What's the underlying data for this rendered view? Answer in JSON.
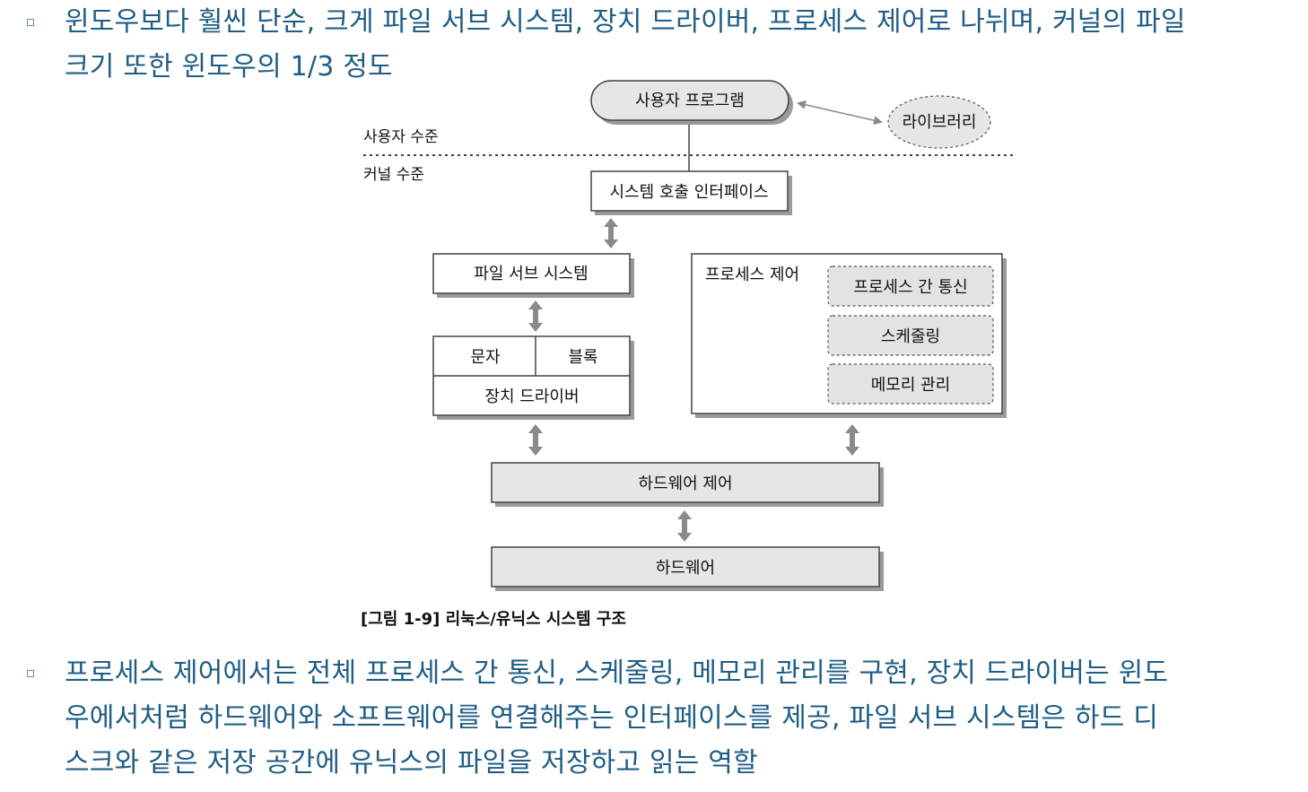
{
  "paragraphs": {
    "p1_line1": "윈도우보다 훨씬 단순, 크게 파일 서브 시스템, 장치 드라이버, 프로세스 제어로 나뉘며, 커널의 파일",
    "p1_line2": "크기 또한 윈도우의 1/3 정도",
    "p2_line1": "프로세스 제어에서는 전체 프로세스 간 통신, 스케줄링, 메모리 관리를 구현, 장치 드라이버는 윈도",
    "p2_line2": "우에서처럼 하드웨어와 소프트웨어를 연결해주는 인터페이스를 제공, 파일 서브 시스템은 하드 디",
    "p2_line3": "스크와 같은 저장 공간에 유닉스의 파일을 저장하고 읽는 역할"
  },
  "diagram": {
    "user_program": "사용자 프로그램",
    "library": "라이브러리",
    "user_level": "사용자 수준",
    "kernel_level": "커널 수준",
    "syscall_interface": "시스템 호출 인터페이스",
    "file_subsystem": "파일 서브 시스템",
    "character": "문자",
    "block": "블록",
    "device_driver": "장치 드라이버",
    "process_control": "프로세스 제어",
    "ipc": "프로세스 간 통신",
    "scheduling": "스케줄링",
    "memory_mgmt": "메모리 관리",
    "hardware_control": "하드웨어 제어",
    "hardware": "하드웨어",
    "caption": "[그림 1-9] 리눅스/유닉스 시스템 구조"
  },
  "colors": {
    "text_blue": "#1f5d86",
    "box_gray": "#e6e6e6",
    "shadow": "#9a9a9a",
    "arrow": "#8a8a8a"
  }
}
